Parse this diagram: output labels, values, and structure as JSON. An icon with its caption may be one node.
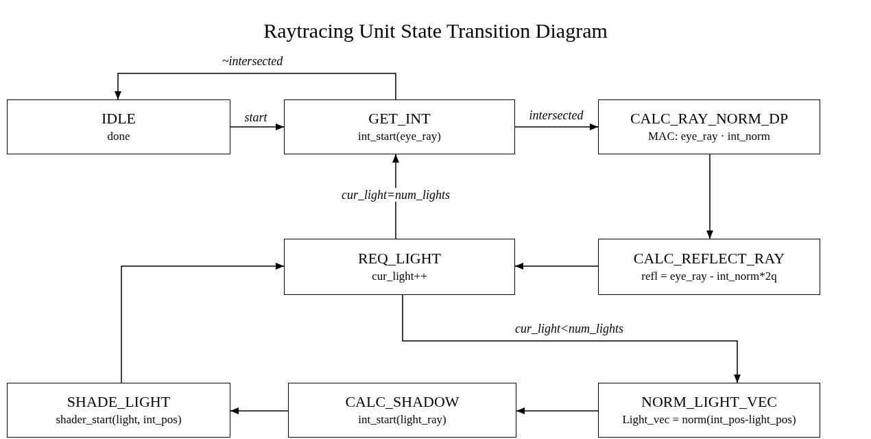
{
  "diagram": {
    "title": "Raytracing Unit State Transition Diagram",
    "nodes": [
      {
        "text": [
          "IDLE",
          "done"
        ]
      },
      {
        "text": [
          "GET_INT",
          "int_start(eye_ray)"
        ]
      },
      {
        "text": [
          "CALC_RAY_NORM_DP",
          "MAC: eye_ray · int_norm"
        ]
      },
      {
        "text": [
          "REQ_LIGHT",
          "cur_light++"
        ]
      },
      {
        "text": [
          "CALC_REFLECT_RAY",
          "refl = eye_ray - int_norm*2q"
        ]
      },
      {
        "text": [
          "SHADE_LIGHT",
          "shader_start(light, int_pos)"
        ]
      },
      {
        "text": [
          "CALC_SHADOW",
          "int_start(light_ray)"
        ]
      },
      {
        "text": [
          "NORM_LIGHT_VEC",
          "Light_vec = norm(int_pos-light_pos)"
        ]
      }
    ],
    "edges": [
      {
        "from": 0,
        "to": 1,
        "arrow": "to",
        "label": "start"
      },
      {
        "from": 1,
        "to": 0,
        "arrow": "to",
        "label": "~intersected"
      },
      {
        "from": 1,
        "to": 2,
        "arrow": "to",
        "label": "intersected"
      },
      {
        "from": 2,
        "to": 4,
        "arrow": "to"
      },
      {
        "from": 4,
        "to": 3,
        "arrow": "to"
      },
      {
        "from": 3,
        "to": 1,
        "arrow": "to",
        "label": "cur_light=num_lights"
      },
      {
        "from": 3,
        "to": 7,
        "arrow": "to",
        "label": "cur_light<num_lights"
      },
      {
        "from": 7,
        "to": 6,
        "arrow": "to"
      },
      {
        "from": 6,
        "to": 5,
        "arrow": "to"
      },
      {
        "from": 5,
        "to": 3,
        "arrow": "to"
      }
    ]
  }
}
